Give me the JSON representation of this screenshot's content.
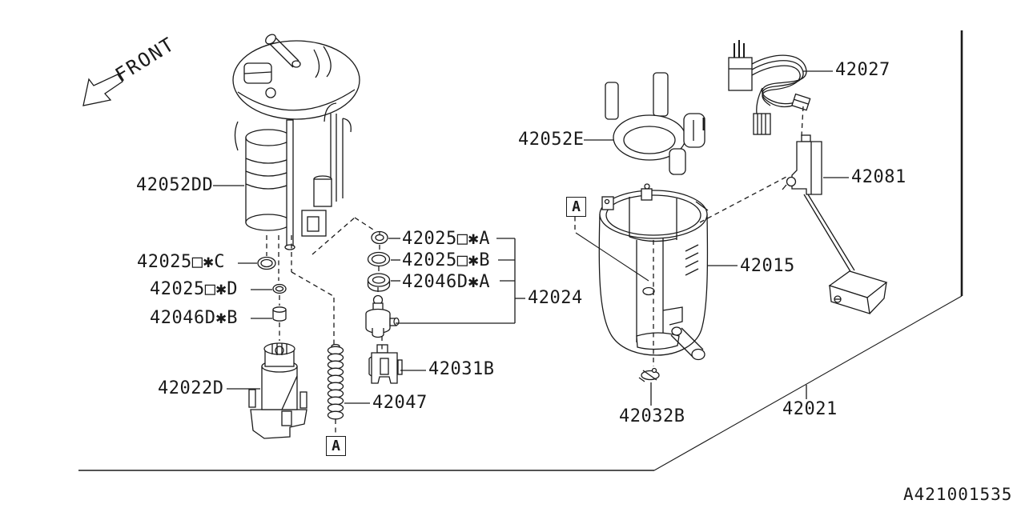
{
  "drawing_number": "A421001535",
  "front_indicator": {
    "label": "FRONT"
  },
  "markers": {
    "detail_a": "A"
  },
  "colors": {
    "ink": "#1a1a1a",
    "background": "#ffffff"
  },
  "parts": {
    "pump_assembly": "42052DD",
    "grommet_c": "42025□✱C",
    "grommet_d": "42025□✱D",
    "spacer_b": "42046D✱B",
    "fuel_pump": "42022D",
    "spring": "42047",
    "pump_filter": "42031B",
    "grommet_a": "42025□✱A",
    "oring_b": "42025□✱B",
    "spacer_a": "42046D✱A",
    "valve_assembly": "42024",
    "pump_bracket": "42052E",
    "reservoir_cup": "42015",
    "clip": "42032B",
    "harness": "42027",
    "fuel_sender": "42081",
    "fuel_tank": "42021"
  }
}
